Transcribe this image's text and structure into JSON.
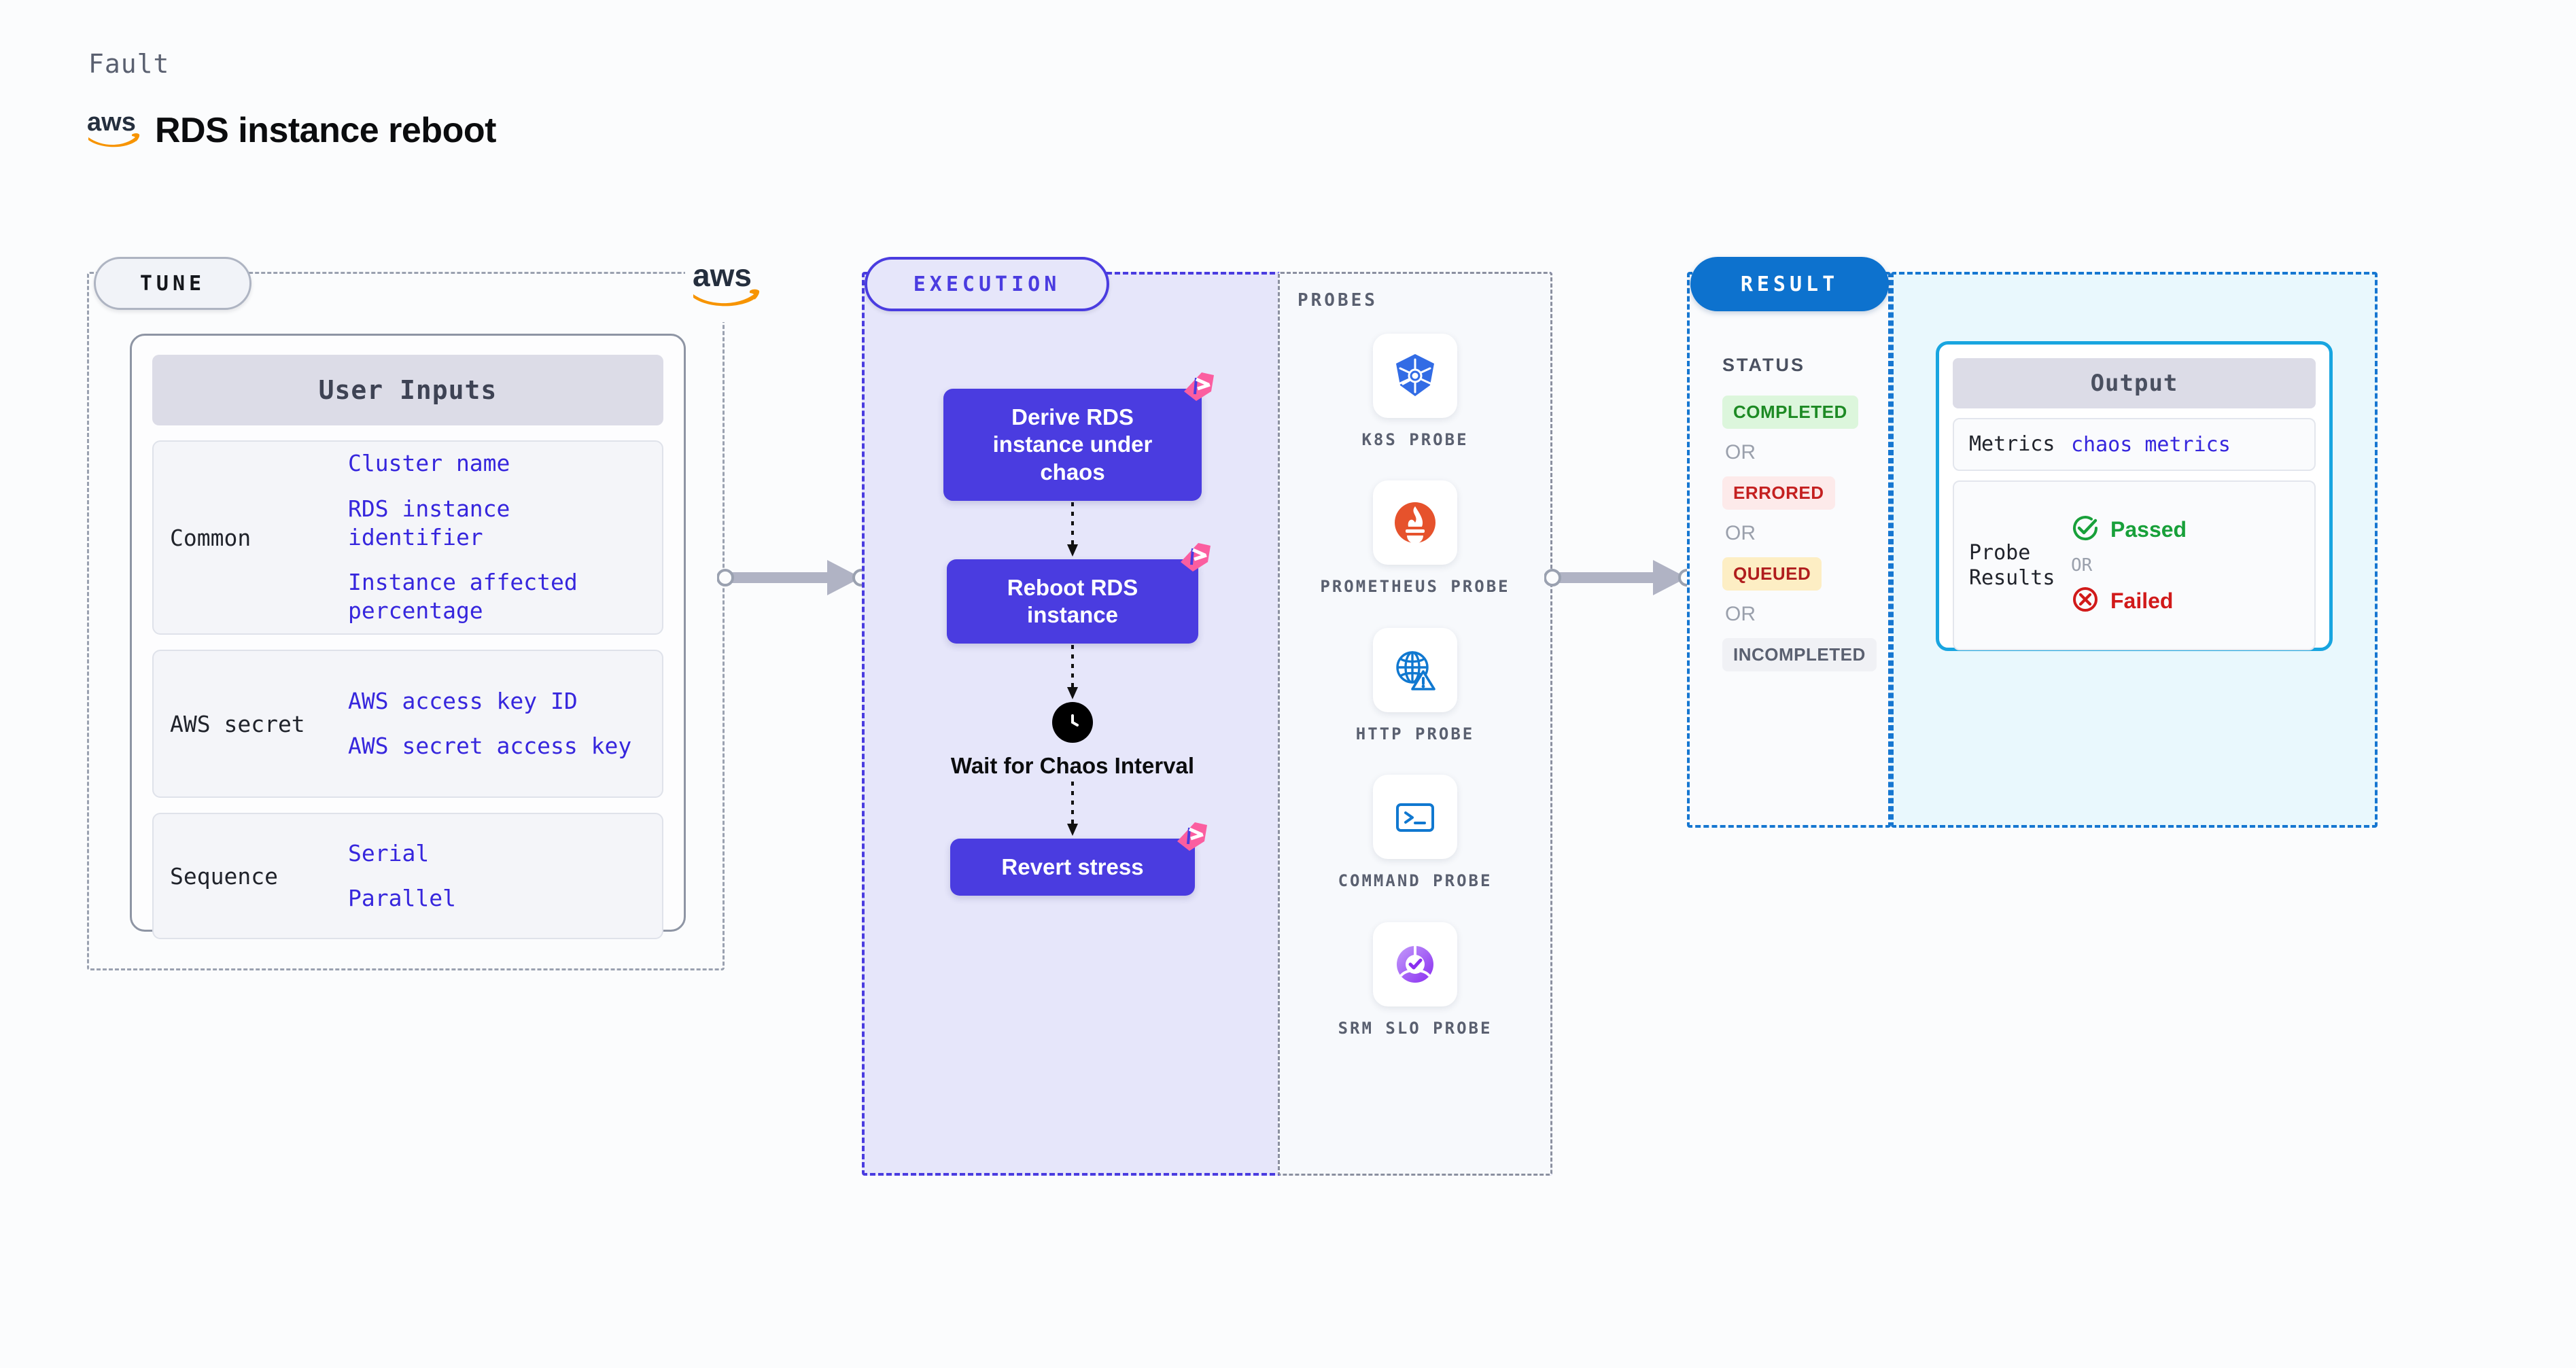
{
  "header": {
    "eyebrow": "Fault",
    "title": "RDS instance reboot",
    "logo_icon": "aws-logo"
  },
  "tune": {
    "badge": "TUNE",
    "aws_mark_icon": "aws-logo",
    "card_title": "User Inputs",
    "groups": [
      {
        "label": "Common",
        "values": [
          "Cluster name",
          "RDS instance identifier",
          "Instance affected percentage"
        ]
      },
      {
        "label": "AWS secret",
        "values": [
          "AWS access key ID",
          "AWS secret access key"
        ]
      },
      {
        "label": "Sequence",
        "values": [
          "Serial",
          "Parallel"
        ]
      }
    ]
  },
  "execution": {
    "badge": "EXECUTION",
    "steps": [
      {
        "label": "Derive RDS instance under chaos",
        "type": "task",
        "badge_icon": "chaos-flag-icon"
      },
      {
        "label": "Reboot RDS instance",
        "type": "task",
        "badge_icon": "chaos-flag-icon"
      },
      {
        "label": "Wait for Chaos Interval",
        "type": "wait",
        "icon": "clock-icon"
      },
      {
        "label": "Revert stress",
        "type": "task",
        "badge_icon": "chaos-flag-icon"
      }
    ]
  },
  "probes": {
    "title": "PROBES",
    "items": [
      {
        "name": "K8S PROBE",
        "icon": "kubernetes-icon"
      },
      {
        "name": "PROMETHEUS PROBE",
        "icon": "prometheus-icon"
      },
      {
        "name": "HTTP PROBE",
        "icon": "http-globe-warning-icon"
      },
      {
        "name": "COMMAND PROBE",
        "icon": "terminal-icon"
      },
      {
        "name": "SRM SLO PROBE",
        "icon": "srm-slo-icon"
      }
    ]
  },
  "result": {
    "badge": "RESULT",
    "status_title": "STATUS",
    "or_text": "OR",
    "statuses": [
      {
        "label": "COMPLETED",
        "text_color": "#1d8a24",
        "bg_color": "#dcf6dc"
      },
      {
        "label": "ERRORED",
        "text_color": "#c42020",
        "bg_color": "#fdeaea"
      },
      {
        "label": "QUEUED",
        "text_color": "#b01d1d",
        "bg_color": "#fdeec4"
      },
      {
        "label": "INCOMPLETED",
        "text_color": "#5a6070",
        "bg_color": "#f0f1f5"
      }
    ],
    "output": {
      "title": "Output",
      "metrics_label": "Metrics",
      "metrics_value": "chaos metrics",
      "probe_results_label": "Probe Results",
      "passed_label": "Passed",
      "failed_label": "Failed",
      "or_text": "OR",
      "passed_icon": "check-circle-icon",
      "failed_icon": "x-circle-icon"
    }
  },
  "connectors": [
    {
      "name": "tune-to-execution"
    },
    {
      "name": "execution-to-result"
    }
  ],
  "colors": {
    "accent_purple": "#4a3ce0",
    "accent_blue": "#1677d1",
    "accent_cyan": "#18a5e0",
    "chaos_pink": "#fb5ea0",
    "aws_orange": "#f79400",
    "page_bg": "#fbfcfd"
  }
}
